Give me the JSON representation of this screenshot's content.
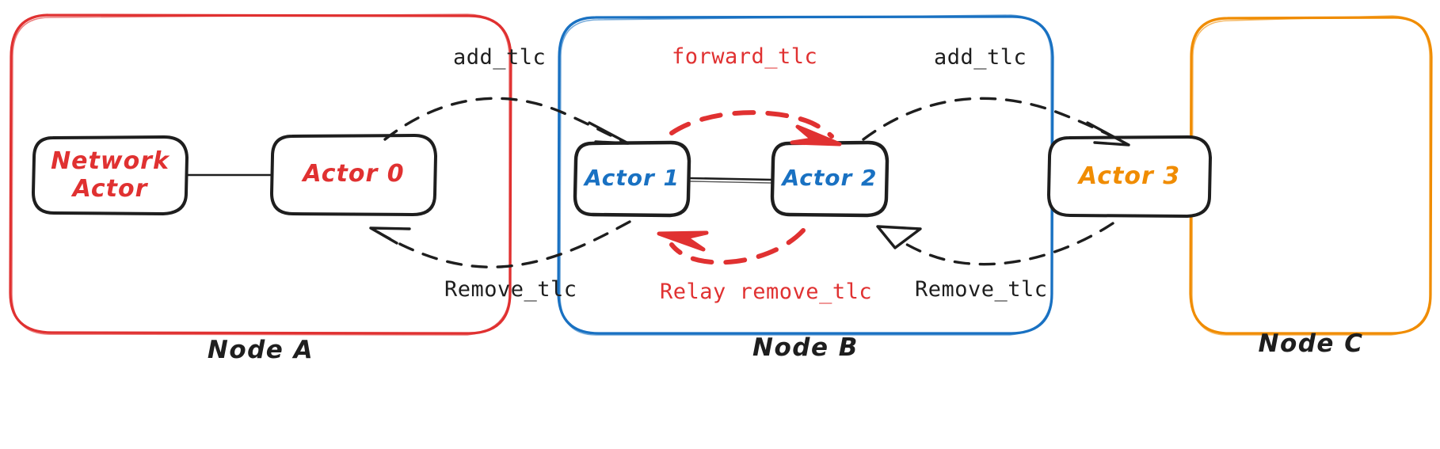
{
  "diagram": {
    "title": "TLC forwarding across nodes",
    "background": "#ffffff",
    "colors": {
      "red": "#e03131",
      "blue": "#1971c2",
      "orange": "#f08c00",
      "dark": "#1e1e1e"
    }
  },
  "nodes": [
    {
      "id": "node-a",
      "caption": "Node A",
      "border_color": "#e03131",
      "actors": [
        {
          "id": "network-actor",
          "label_line1": "Network",
          "label_line2": "Actor",
          "color": "#e03131"
        },
        {
          "id": "actor-0",
          "label": "Actor 0",
          "color": "#e03131"
        }
      ]
    },
    {
      "id": "node-b",
      "caption": "Node B",
      "border_color": "#1971c2",
      "actors": [
        {
          "id": "actor-1",
          "label": "Actor 1",
          "color": "#1971c2"
        },
        {
          "id": "actor-2",
          "label": "Actor 2",
          "color": "#1971c2"
        }
      ]
    },
    {
      "id": "node-c",
      "caption": "Node C",
      "border_color": "#f08c00",
      "actors": [
        {
          "id": "actor-3",
          "label": "Actor 3",
          "color": "#f08c00"
        }
      ]
    }
  ],
  "edges": [
    {
      "id": "edge-ab-add",
      "label": "add_tlc",
      "color": "#1e1e1e",
      "style": "dashed",
      "from": "actor-0",
      "to": "actor-1"
    },
    {
      "id": "edge-ba-remove",
      "label": "Remove_tlc",
      "color": "#1e1e1e",
      "style": "dashed",
      "from": "actor-1",
      "to": "actor-0"
    },
    {
      "id": "edge-b-forward",
      "label": "forward_tlc",
      "color": "#e03131",
      "style": "dashed",
      "from": "actor-1",
      "to": "actor-2"
    },
    {
      "id": "edge-b-relay",
      "label": "Relay remove_tlc",
      "color": "#e03131",
      "style": "dashed",
      "from": "actor-2",
      "to": "actor-1"
    },
    {
      "id": "edge-bc-add",
      "label": "add_tlc",
      "color": "#1e1e1e",
      "style": "dashed",
      "from": "actor-2",
      "to": "actor-3"
    },
    {
      "id": "edge-cb-remove",
      "label": "Remove_tlc",
      "color": "#1e1e1e",
      "style": "dashed",
      "from": "actor-3",
      "to": "actor-2"
    }
  ],
  "labels": {
    "add_tlc_left": "add_tlc",
    "remove_tlc_left": "Remove_tlc",
    "forward_tlc": "forward_tlc",
    "relay_remove_tlc": "Relay remove_tlc",
    "add_tlc_right": "add_tlc",
    "remove_tlc_right": "Remove_tlc",
    "network_actor_line1": "Network",
    "network_actor_line2": "Actor",
    "actor0": "Actor 0",
    "actor1": "Actor 1",
    "actor2": "Actor 2",
    "actor3": "Actor 3",
    "node_a": "Node A",
    "node_b": "Node B",
    "node_c": "Node C"
  }
}
